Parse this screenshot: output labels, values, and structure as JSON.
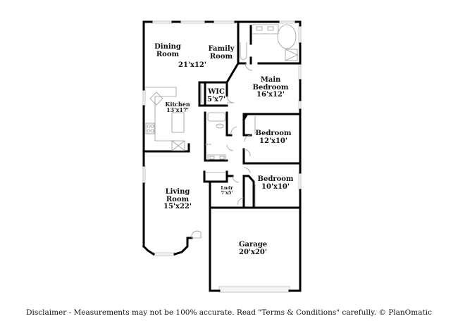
{
  "floorplan": {
    "rooms": [
      {
        "id": "dining",
        "name": "Dining Room",
        "name_lines": [
          "Dining",
          "Room"
        ],
        "dimensions": ""
      },
      {
        "id": "family",
        "name": "Family Room",
        "name_lines": [
          "Family",
          "Room"
        ],
        "dimensions": ""
      },
      {
        "id": "dining-family-dim",
        "name": "",
        "name_lines": [],
        "dimensions": "21'x12'"
      },
      {
        "id": "main-bedroom",
        "name": "Main Bedroom",
        "name_lines": [
          "Main",
          "Bedroom"
        ],
        "dimensions": "16'x12'"
      },
      {
        "id": "wic",
        "name": "WIC",
        "name_lines": [
          "WIC"
        ],
        "dimensions": "5'x7'"
      },
      {
        "id": "kitchen",
        "name": "Kitchen",
        "name_lines": [
          "Kitchen"
        ],
        "dimensions": "13'x17'"
      },
      {
        "id": "bedroom-2",
        "name": "Bedroom",
        "name_lines": [
          "Bedroom"
        ],
        "dimensions": "12'x10'"
      },
      {
        "id": "bedroom-3",
        "name": "Bedroom",
        "name_lines": [
          "Bedroom"
        ],
        "dimensions": "10'x10'"
      },
      {
        "id": "laundry",
        "name": "Lndr",
        "name_lines": [
          "Lndr"
        ],
        "dimensions": "7'x5'"
      },
      {
        "id": "living",
        "name": "Living Room",
        "name_lines": [
          "Living",
          "Room"
        ],
        "dimensions": "15'x22'"
      },
      {
        "id": "garage",
        "name": "Garage",
        "name_lines": [
          "Garage"
        ],
        "dimensions": "20'x20'"
      }
    ],
    "colors": {
      "wall": "#000000",
      "fixture": "#9a9a9a",
      "window": "#c8c8c8",
      "background": "#ffffff"
    }
  },
  "disclaimer": "Disclaimer - Measurements may not be 100% accurate. Read \"Terms & Conditions\" carefully. © PlanOmatic"
}
